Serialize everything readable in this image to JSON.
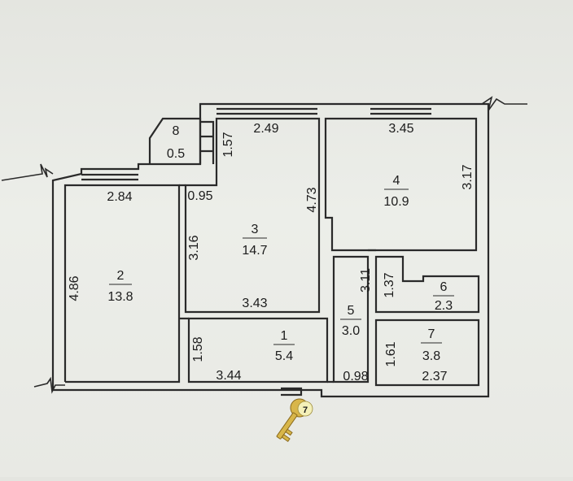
{
  "plan": {
    "rooms": [
      {
        "number": "1",
        "area": "5.4"
      },
      {
        "number": "2",
        "area": "13.8"
      },
      {
        "number": "3",
        "area": "14.7"
      },
      {
        "number": "4",
        "area": "10.9"
      },
      {
        "number": "5",
        "area": "3.0"
      },
      {
        "number": "6",
        "area": "2.3"
      },
      {
        "number": "7",
        "area": "3.8"
      },
      {
        "number": "8",
        "area": "0.5"
      }
    ],
    "dimensions": {
      "d_2_49": "2.49",
      "d_1_57": "1.57",
      "d_3_45": "3.45",
      "d_3_17": "3.17",
      "d_2_84": "2.84",
      "d_0_95": "0.95",
      "d_4_73": "4.73",
      "d_3_16": "3.16",
      "d_4_86": "4.86",
      "d_3_43": "3.43",
      "d_3_11": "3.11",
      "d_1_37": "1.37",
      "d_1_58": "1.58",
      "d_3_44": "3.44",
      "d_0_98": "0.98",
      "d_1_61": "1.61",
      "d_2_37": "2.37"
    },
    "key_badge": "7",
    "colors": {
      "wall": "#2a2a2a",
      "background": "#e8e9e4",
      "key": "#d8b64a",
      "badge": "#f4f0b8"
    },
    "icons": [
      "key-icon"
    ]
  }
}
